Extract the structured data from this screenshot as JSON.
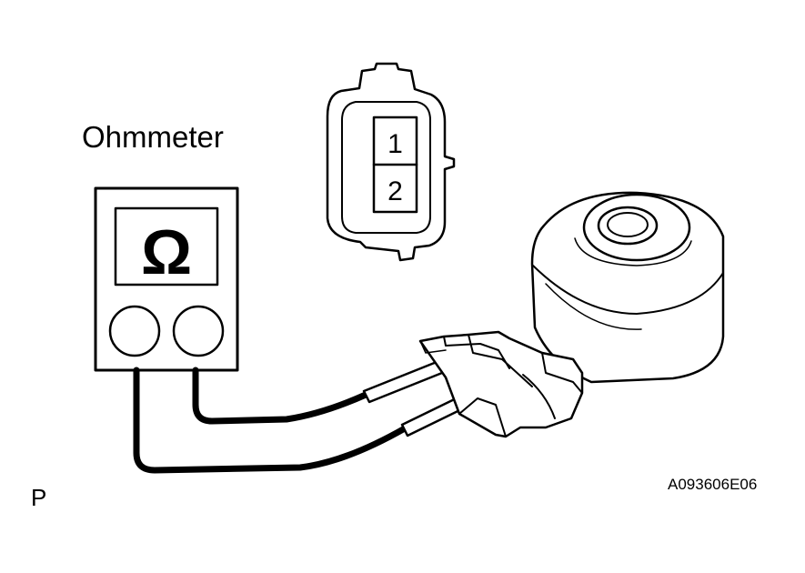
{
  "diagram": {
    "title": "Ohmmeter",
    "meter_symbol": "Ω",
    "connector_pins": [
      "1",
      "2"
    ],
    "corner_letter": "P",
    "figure_code": "A093606E06"
  },
  "colors": {
    "line": "#000000",
    "background": "#ffffff"
  },
  "icons": {
    "meter": "ohmmeter-icon",
    "connector": "connector-face-icon",
    "sensor": "knock-sensor-icon"
  }
}
